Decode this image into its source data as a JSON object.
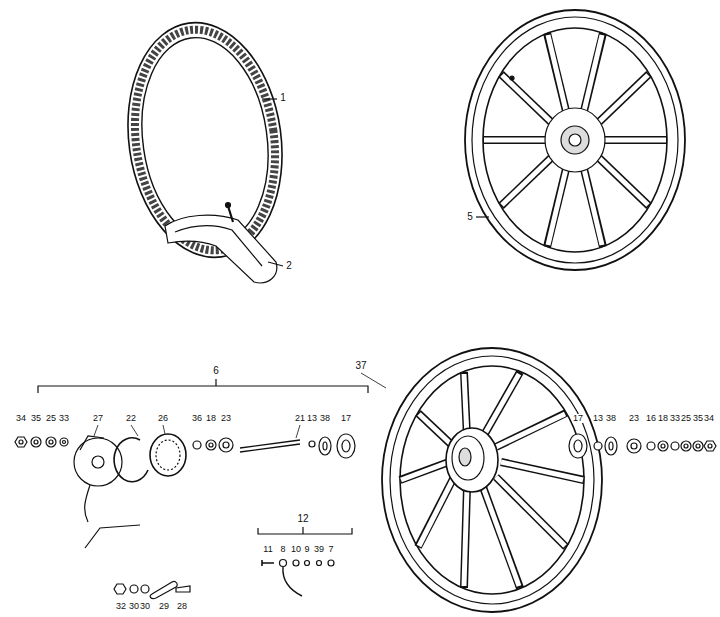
{
  "diagram": {
    "labels": [
      "1",
      "2",
      "5",
      "6",
      "34",
      "35",
      "25",
      "33",
      "27",
      "22",
      "26",
      "36",
      "18",
      "23",
      "21",
      "13",
      "38",
      "17",
      "37",
      "17",
      "13",
      "38",
      "23",
      "16",
      "18",
      "33",
      "25",
      "35",
      "34",
      "12",
      "11",
      "8",
      "10",
      "9",
      "39",
      "7",
      "32",
      "30",
      "30",
      "29",
      "28"
    ]
  }
}
